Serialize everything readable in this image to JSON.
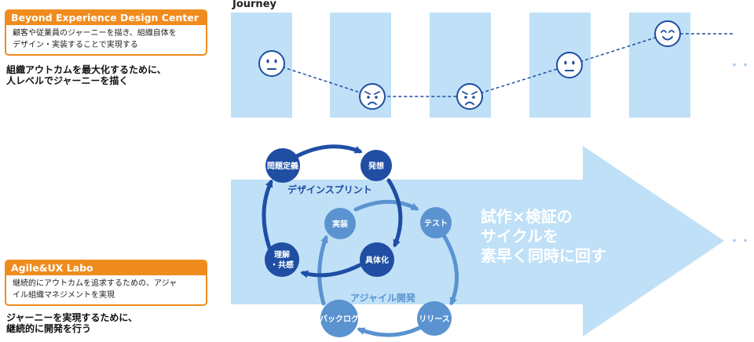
{
  "top_org": {
    "name": "Beyond Experience Design Center",
    "description_lines": [
      "顧客や従業員のジャーニーを描き、組織自体を",
      "デザイン・実装することで実現する"
    ],
    "tagline_lines": [
      "組織アウトカムを最大化するために、",
      "人レベルでジャーニーを描く"
    ]
  },
  "bottom_org": {
    "name": "Agile&UX Labo",
    "description_lines": [
      "継続的にアウトカムを追求するための、アジャ",
      "イル組織マネジメントを実現"
    ],
    "tagline_lines": [
      "ジャーニーを実現するために、",
      "継続的に開発を行う"
    ]
  },
  "journey": {
    "title": "Journey",
    "faces": [
      "neutral",
      "sad",
      "sad",
      "neutral",
      "happy"
    ],
    "more": "・・・"
  },
  "design_sprint": {
    "label": "デザインスプリント",
    "nodes": {
      "problem": "問題定義",
      "ideation": "発想",
      "concretize": "具体化",
      "understand_1": "理解",
      "understand_2": "・共感"
    }
  },
  "agile": {
    "label": "アジャイル開発",
    "nodes": {
      "implement": "実装",
      "test": "テスト",
      "release": "リリース",
      "backlog": "バックログ"
    }
  },
  "slogan_lines": [
    "試作×検証の",
    "サイクルを",
    "素早く同時に回す"
  ],
  "arrow_more": "・・・",
  "colors": {
    "orange": "#f08c1e",
    "light_blue": "#bfe0f7",
    "dark_blue": "#1f4ea3",
    "mid_blue": "#5b93d1",
    "face_blue": "#1f4ea3"
  }
}
